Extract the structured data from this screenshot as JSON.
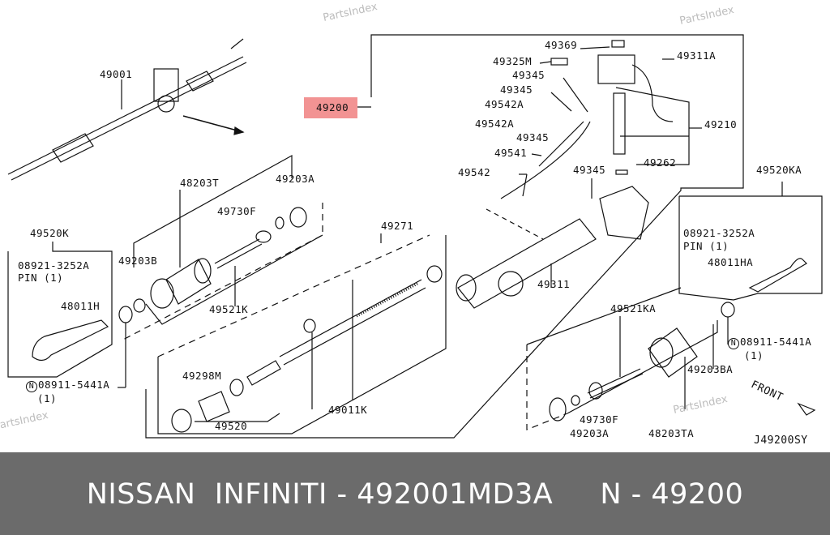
{
  "watermarks": [
    "PartsIndex",
    "PartsIndex",
    "PartsIndex",
    "PartsIndex"
  ],
  "labels": {
    "p49001": "49001",
    "p49200": "49200",
    "p48203T": "48203T",
    "p49203A": "49203A",
    "p49730F": "49730F",
    "p49271": "49271",
    "p49203B": "49203B",
    "p49521K": "49521K",
    "p49520K": "49520K",
    "pin_part_l": "08921-3252A",
    "pin_qty_l": "PIN (1)",
    "p48011H": "48011H",
    "nut_part_l": "08911-5441A",
    "nut_qty_l": "(1)",
    "n_symbol": "N",
    "p49298M": "49298M",
    "p49520": "49520",
    "p49011K": "49011K",
    "p49311": "49311",
    "p49369": "49369",
    "p49325M": "49325M",
    "p49311A": "49311A",
    "p49345_a": "49345",
    "p49345_b": "49345",
    "p49345_c": "49345",
    "p49345_d": "49345",
    "p49542A_a": "49542A",
    "p49542A_b": "49542A",
    "p49210": "49210",
    "p49541": "49541",
    "p49262": "49262",
    "p49542": "49542",
    "p49520KA": "49520KA",
    "pin_part_r": "08921-3252A",
    "pin_qty_r": "PIN (1)",
    "p48011HA": "48011HA",
    "p49521KA": "49521KA",
    "p49203BA": "49203BA",
    "nut_part_r": "08911-5441A",
    "nut_qty_r": "(1)",
    "p49730F_r": "49730F",
    "p48203TA": "48203TA",
    "p49203A_r": "49203A",
    "front": "FRONT",
    "diagram_code": "J49200SY"
  },
  "highlight_color": "#f08080",
  "footer": {
    "text": "NISSAN  INFINITI - 492001MD3A     N - 49200"
  }
}
